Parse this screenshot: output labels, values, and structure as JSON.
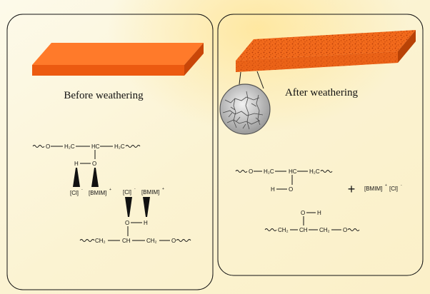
{
  "panels": {
    "before": {
      "caption": "Before weathering",
      "structure": {
        "chain_top": [
          "O",
          "H₂C",
          "HC",
          "H₂C"
        ],
        "hydroxyl_H": "H",
        "hydroxyl_O": "O",
        "anion": "[Cl]",
        "anion_charge": "-",
        "cation": "[BMIM]",
        "cation_charge": "+",
        "anion_2": "[Cl]",
        "anion_2_charge": "-",
        "cation_2": "[BMIM]",
        "cation_2_charge": "+",
        "hydroxyl2_O": "O",
        "hydroxyl2_H": "H",
        "chain_bottom": [
          "CH₂",
          "CH",
          "CH₂",
          "O"
        ]
      }
    },
    "after": {
      "caption": "After weathering",
      "structure": {
        "chain_top": [
          "O",
          "H₂C",
          "HC",
          "H₂C"
        ],
        "hydroxyl_H": "H",
        "hydroxyl_O": "O",
        "plus": "+",
        "salt": "[BMIM]",
        "salt_plus": "+",
        "salt_anion": "[Cl]",
        "salt_minus": "-",
        "hydroxyl2_O": "O",
        "hydroxyl2_H": "H",
        "chain_bottom": [
          "CH₂",
          "CH",
          "CH₂",
          "O"
        ]
      }
    }
  },
  "colors": {
    "background": "#fbf5d9",
    "slab_top": "#ff7a2a",
    "slab_front": "#ec5a10",
    "slab_side": "#c94608",
    "weathered_speckle": "#b63c06",
    "magnifier_fill": "#d7d7d7",
    "crack": "#555555"
  },
  "icons": [
    "clean-slab-icon",
    "weathered-slab-icon",
    "magnifier-cracked-surface-icon"
  ]
}
